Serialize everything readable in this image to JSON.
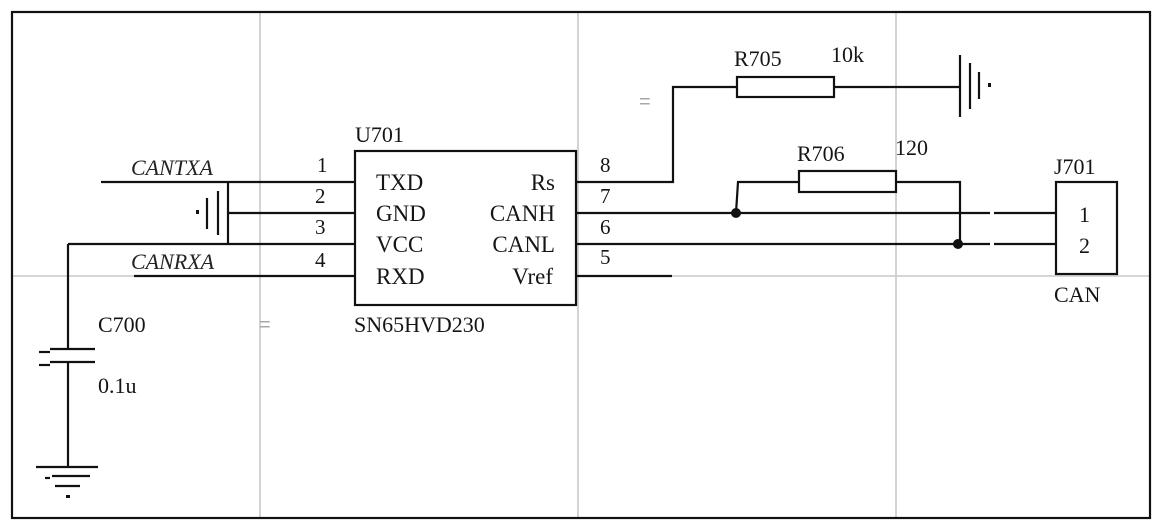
{
  "diagram": {
    "title": "CAN transceiver schematic",
    "net_labels": {
      "tx": "CANTXA",
      "rx": "CANRXA"
    },
    "chip": {
      "ref": "U701",
      "part": "SN65HVD230",
      "left_pins": [
        {
          "num": "1",
          "name": "TXD"
        },
        {
          "num": "2",
          "name": "GND"
        },
        {
          "num": "3",
          "name": "VCC"
        },
        {
          "num": "4",
          "name": "RXD"
        }
      ],
      "right_pins": [
        {
          "num": "8",
          "name": "Rs"
        },
        {
          "num": "7",
          "name": "CANH"
        },
        {
          "num": "6",
          "name": "CANL"
        },
        {
          "num": "5",
          "name": "Vref"
        }
      ]
    },
    "capacitor": {
      "ref": "C700",
      "value": "0.1u"
    },
    "resistors": [
      {
        "ref": "R705",
        "value": "10k"
      },
      {
        "ref": "R706",
        "value": "120"
      }
    ],
    "connector": {
      "ref": "J701",
      "name": "CAN",
      "pins": [
        "1",
        "2"
      ]
    },
    "power_markers": [
      "=",
      "="
    ],
    "colors": {
      "wire": "#111111",
      "grid": "#c8c8c8",
      "background": "#ffffff"
    }
  }
}
